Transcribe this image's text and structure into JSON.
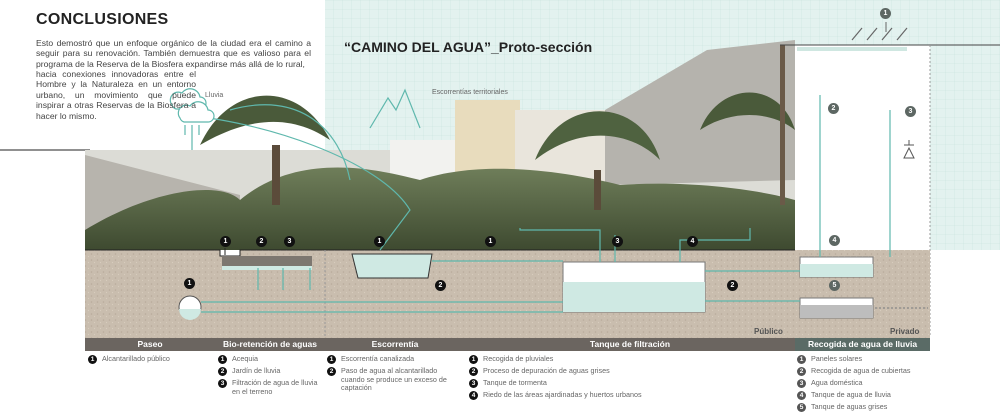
{
  "conclusions": {
    "heading": "CONCLUSIONES",
    "text_wide": "Esto demostró que un enfoque orgánico de la ciudad era el camino a seguir para su renovación. También demuestra que es valioso para el programa de la Reserva de la Biosfera expandirse más allá de lo rural,",
    "text_narrow": "hacia conexiones innovadoras entre el Hombre y la Naturaleza en un entorno urbano, un movimiento que puede inspirar a otras Reservas de la Biosfera a hacer lo mismo."
  },
  "diagram": {
    "title": "“CAMINO DEL AGUA”_Proto-sección",
    "rain_label": "Lluvia",
    "runoff_label": "Escorrentías territoriales",
    "zone_public": "Público",
    "zone_private": "Privado",
    "markers": {
      "m1": "1",
      "m2": "2",
      "m3": "3",
      "m4": "4",
      "m5": "5"
    }
  },
  "sections": [
    {
      "title": "Paseo",
      "items": [
        {
          "n": "1",
          "text": "Alcantarillado público"
        }
      ]
    },
    {
      "title": "Bio-retención de aguas",
      "items": [
        {
          "n": "1",
          "text": "Acequia"
        },
        {
          "n": "2",
          "text": "Jardín de lluvia"
        },
        {
          "n": "3",
          "text": "Filtración de agua de lluvia en el terreno"
        }
      ]
    },
    {
      "title": "Escorrentía",
      "items": [
        {
          "n": "1",
          "text": "Escorrentía canalizada"
        },
        {
          "n": "2",
          "text": "Paso de agua al alcantarillado cuando se produce un exceso de captación"
        }
      ]
    },
    {
      "title": "Tanque de filtración",
      "items": [
        {
          "n": "1",
          "text": "Recogida de pluviales"
        },
        {
          "n": "2",
          "text": "Proceso de depuración de aguas grises"
        },
        {
          "n": "3",
          "text": "Tanque de tormenta"
        },
        {
          "n": "4",
          "text": "Riedo de las áreas ajardinadas y huertos urbanos"
        }
      ]
    },
    {
      "title": "Recogida de agua de lluvia",
      "items": [
        {
          "n": "1",
          "text": "Paneles solares"
        },
        {
          "n": "2",
          "text": "Recogida de agua de cubiertas"
        },
        {
          "n": "3",
          "text": "Agua doméstica"
        },
        {
          "n": "4",
          "text": "Tanque de agua de lluvia"
        },
        {
          "n": "5",
          "text": "Tanque de aguas grises"
        }
      ]
    }
  ],
  "colors": {
    "water": "#5fb8ad",
    "grid_bg": "#e3f2ef",
    "soil": "#c9bdae",
    "bar": "#6b6560",
    "bar_alt": "#5a6b66"
  }
}
